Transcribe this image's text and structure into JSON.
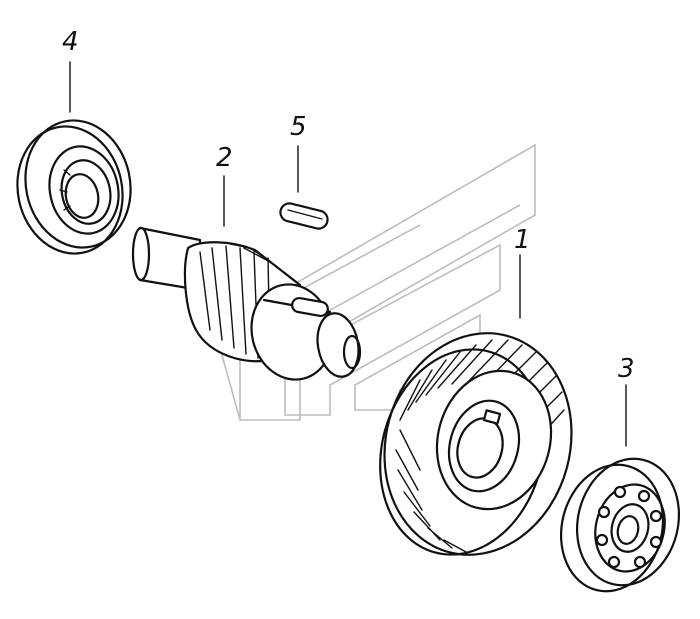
{
  "diagram": {
    "callouts": [
      {
        "id": "c1",
        "label": "1"
      },
      {
        "id": "c2",
        "label": "2"
      },
      {
        "id": "c3",
        "label": "3"
      },
      {
        "id": "c4",
        "label": "4"
      },
      {
        "id": "c5",
        "label": "5"
      }
    ],
    "colors": {
      "ink": "#111111",
      "watermark": "#bdbdbd",
      "background": "#ffffff"
    }
  }
}
